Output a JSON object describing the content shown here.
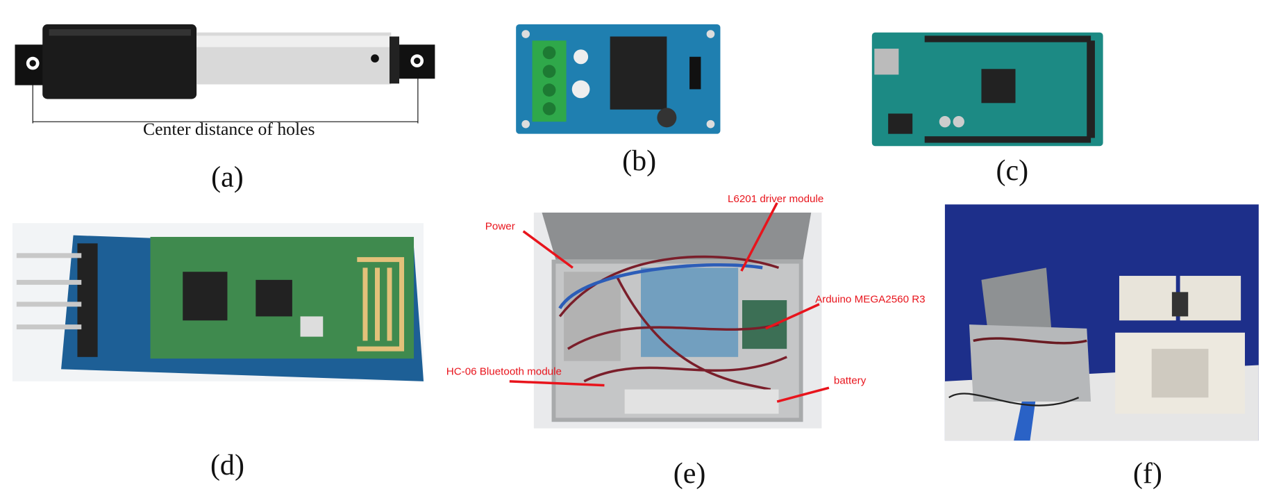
{
  "panels": [
    {
      "label": "(a)",
      "annotation": "Center distance of holes"
    },
    {
      "label": "(b)"
    },
    {
      "label": "(c)"
    },
    {
      "label": "(d)"
    },
    {
      "label": "(e)",
      "annotations": {
        "power": "Power",
        "driver": "L6201 driver module",
        "arduino": "Arduino MEGA2560 R3",
        "bluetooth": "HC-06 Bluetooth module",
        "battery": "battery"
      }
    },
    {
      "label": "(f)"
    }
  ],
  "colors": {
    "annotation": "#e8141c",
    "pcb_blue": "#1f7fb0",
    "arduino_teal": "#1c8a84",
    "bt_green": "#3f8a4e"
  }
}
